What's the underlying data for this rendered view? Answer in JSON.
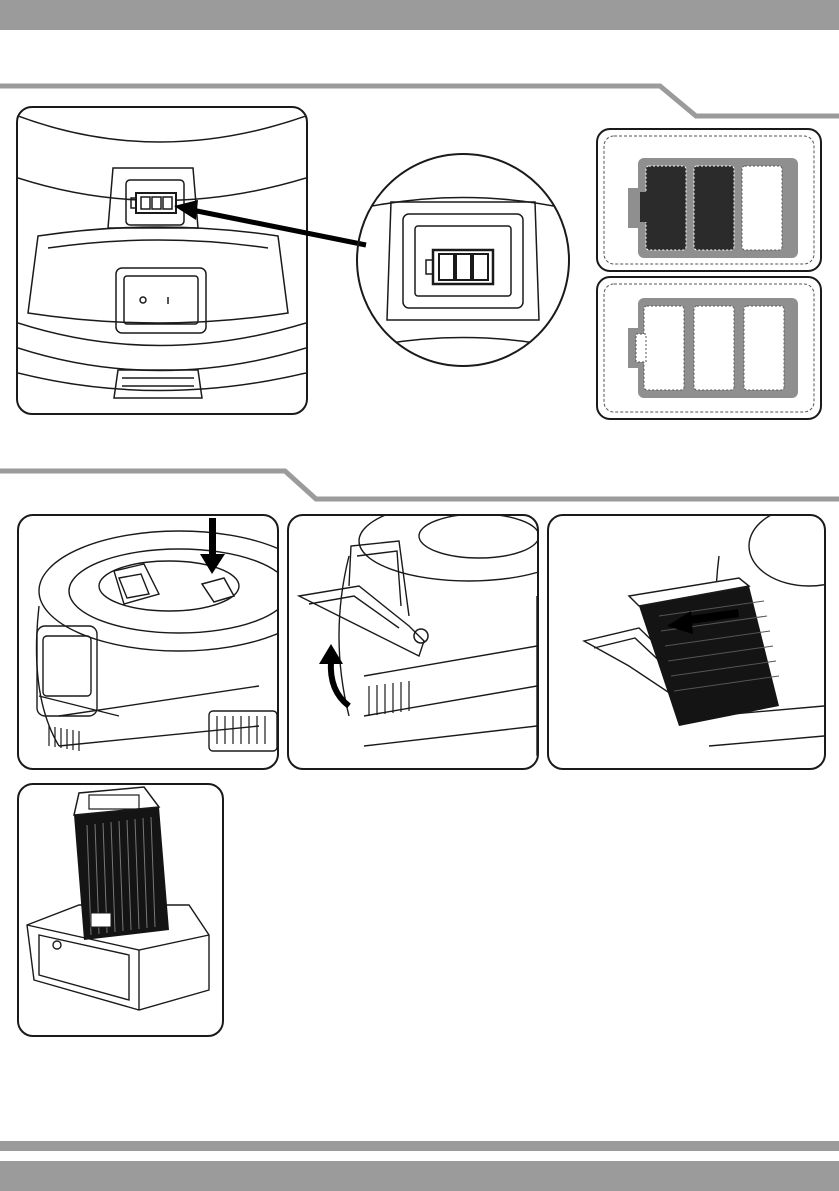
{
  "document": {
    "type": "instruction-manual-page",
    "text_content": [],
    "colors": {
      "header_bar": "#9b9b9b",
      "section_rule": "#9b9b9b",
      "line_art": "#1a1a1a",
      "battery_charged": "#2b2b2b",
      "battery_empty_frame": "#8f8f8f"
    }
  },
  "sections": [
    {
      "id": "battery-indicator",
      "figures": [
        "vacuum-control-panel",
        "indicator-zoom-circle",
        "battery-level-charged",
        "battery-level-empty"
      ],
      "battery_levels": {
        "charged_bars_lit": 2,
        "empty_bars_lit": 0,
        "total_bars": 3
      }
    },
    {
      "id": "battery-removal-and-charging",
      "figures": [
        "press-release-button",
        "lift-handle",
        "slide-out-battery",
        "battery-on-charger"
      ],
      "icons": [
        "down-arrow-icon",
        "curved-up-arrow-icon",
        "left-arrow-icon"
      ]
    }
  ]
}
